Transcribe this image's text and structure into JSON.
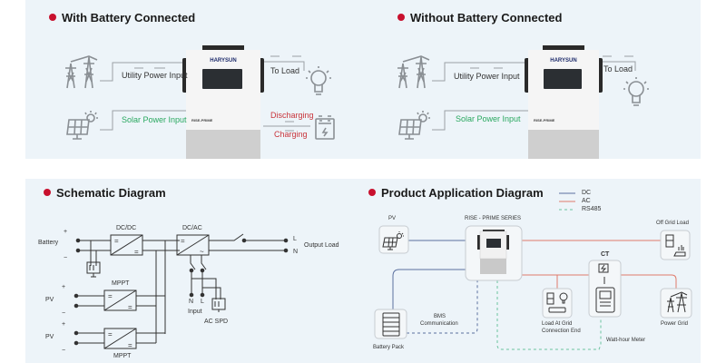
{
  "sections": {
    "with_battery": {
      "title": "With Battery Connected",
      "utility_label": "Utility Power Input",
      "solar_label": "Solar Power Input",
      "load_label": "To Load",
      "discharging_label": "Discharging",
      "charging_label": "Charging"
    },
    "without_battery": {
      "title": "Without Battery Connected",
      "utility_label": "Utility Power Input",
      "solar_label": "Solar Power Input",
      "load_label": "To Load"
    },
    "schematic": {
      "title": "Schematic Diagram",
      "battery_label": "Battery",
      "pv1_label": "PV",
      "pv2_label": "PV",
      "plus": "+",
      "minus": "−",
      "dcdc_label": "DC/DC",
      "dcac_label": "DC/AC",
      "mppt1_label": "MPPT",
      "mppt2_label": "MPPT",
      "l_label": "L",
      "n_label": "N",
      "output_load_label": "Output Load",
      "input_n": "N",
      "input_l": "L",
      "input_label": "Input",
      "ac_spd_label": "AC SPD",
      "dc_sym": "=",
      "ac_sym": "~"
    },
    "application": {
      "title": "Product Application Diagram",
      "legend": [
        {
          "label": "DC",
          "color": "#5a6f9e",
          "style": "solid"
        },
        {
          "label": "AC",
          "color": "#e07a6a",
          "style": "solid"
        },
        {
          "label": "RS485",
          "color": "#6cc3a0",
          "style": "dashed"
        }
      ],
      "pv_label": "PV",
      "inverter_label": "RISE - PRIME SERIES",
      "off_grid_label": "Off Grid Load",
      "ct_label": "CT",
      "load_grid_label_1": "Load At Grid",
      "load_grid_label_2": "Connection End",
      "power_grid_label": "Power Grid",
      "meter_label": "Watt-hour Meter",
      "bms_label_1": "BMS",
      "bms_label_2": "Communication",
      "battery_pack_label": "Battery Pack"
    }
  },
  "device": {
    "brand": "HARYSUN",
    "model": "RISE-PRIME"
  },
  "colors": {
    "accent_red": "#c8102e",
    "solar_green": "#2aa860",
    "charge_red": "#c8333a",
    "dc_line": "#5a6f9e",
    "ac_line": "#e07a6a",
    "rs485_line": "#6cc3a0",
    "icon_gray": "#8a8f94"
  }
}
